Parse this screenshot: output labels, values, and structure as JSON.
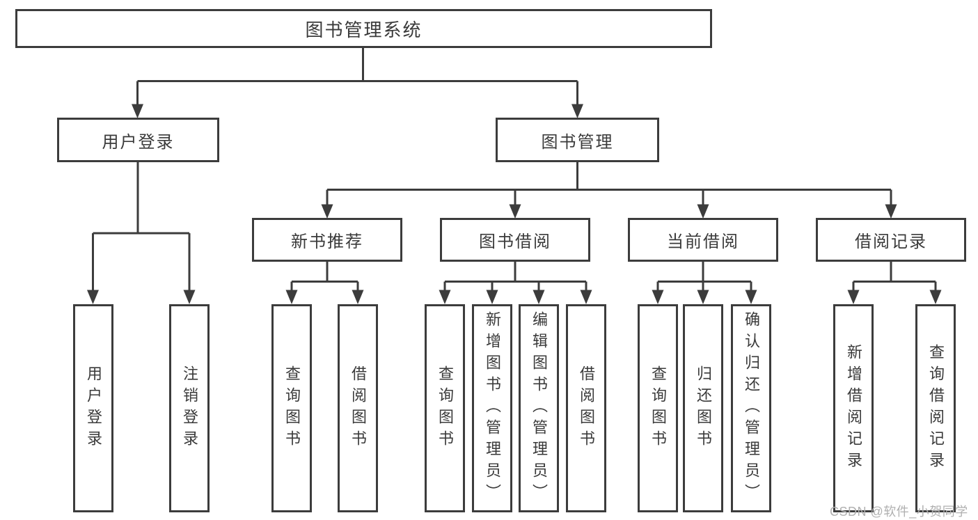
{
  "diagram": {
    "root": {
      "label": "图书管理系统"
    },
    "level2": [
      {
        "id": "user-login",
        "label": "用户登录",
        "parent": "图书管理系统"
      },
      {
        "id": "book-management",
        "label": "图书管理",
        "parent": "图书管理系统"
      }
    ],
    "level3": [
      {
        "id": "new-book-recommend",
        "label": "新书推荐",
        "parent": "图书管理"
      },
      {
        "id": "book-borrow",
        "label": "图书借阅",
        "parent": "图书管理"
      },
      {
        "id": "current-borrow",
        "label": "当前借阅",
        "parent": "图书管理"
      },
      {
        "id": "borrow-record",
        "label": "借阅记录",
        "parent": "图书管理"
      }
    ],
    "leaves": [
      {
        "label": "用户登录",
        "parent": "用户登录"
      },
      {
        "label": "注销登录",
        "parent": "用户登录"
      },
      {
        "label": "查询图书",
        "parent": "新书推荐"
      },
      {
        "label": "借阅图书",
        "parent": "新书推荐"
      },
      {
        "label": "查询图书",
        "parent": "图书借阅"
      },
      {
        "label": "新增图书（管理员）",
        "parent": "图书借阅"
      },
      {
        "label": "编辑图书（管理员）",
        "parent": "图书借阅"
      },
      {
        "label": "借阅图书",
        "parent": "图书借阅"
      },
      {
        "label": "查询图书",
        "parent": "当前借阅"
      },
      {
        "label": "归还图书",
        "parent": "当前借阅"
      },
      {
        "label": "确认归还（管理员）",
        "parent": "当前借阅"
      },
      {
        "label": "新增借阅记录",
        "parent": "借阅记录"
      },
      {
        "label": "查询借阅记录",
        "parent": "借阅记录"
      }
    ],
    "colors": {
      "line": "#3c3c3c",
      "text": "#3a3a3a",
      "background": "#ffffff",
      "watermark_text": "#b0b0b0"
    }
  },
  "watermark": {
    "text": "CSDN @软件_小贺同学"
  }
}
